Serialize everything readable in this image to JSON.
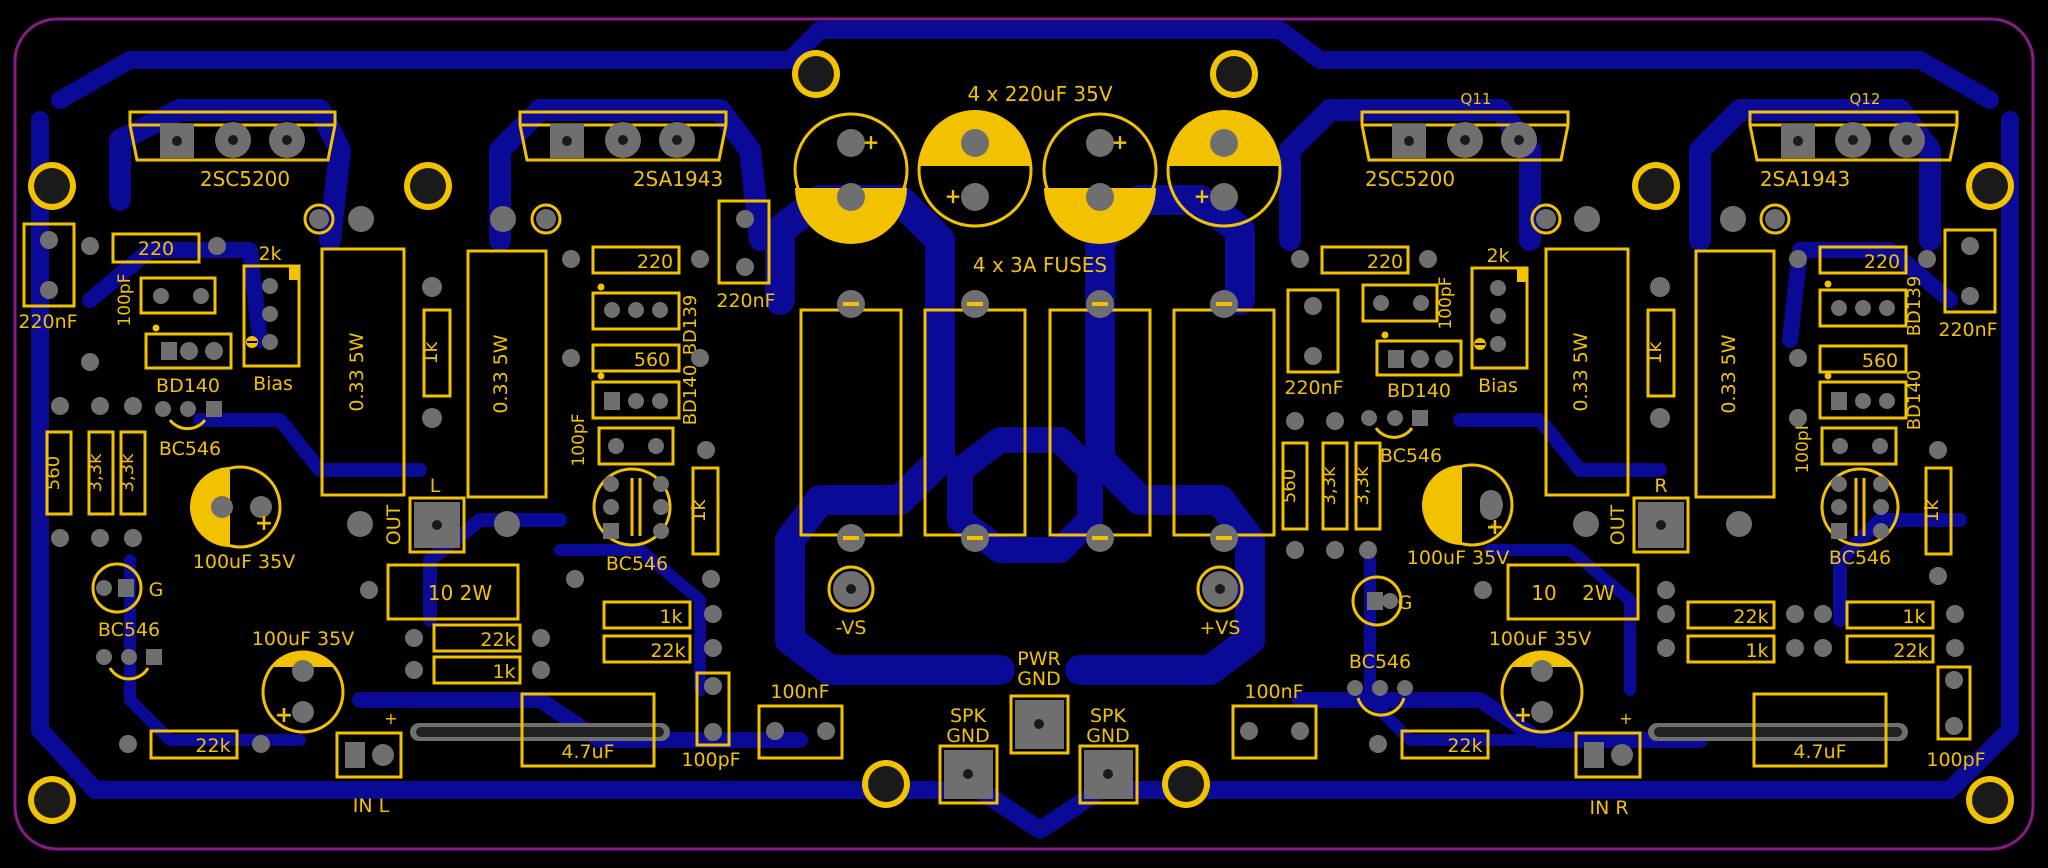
{
  "board": {
    "colors": {
      "background": "#000000",
      "edge": "#8a1a8a",
      "copper": "#0a0a96",
      "silkscreen": "#f2c100",
      "pad": "#6f6f6f"
    }
  },
  "labels": {
    "q_top_left_a": "2SC5200",
    "q_top_left_b": "2SA1943",
    "q_top_right_a": "2SC5200",
    "q_top_right_b": "2SA1943",
    "q11": "Q11",
    "q12": "Q12",
    "caps_title": "4 x 220uF 35V",
    "fuses_title": "4 x 3A FUSES",
    "r220_l1": "220",
    "r220_l2": "220",
    "r220_r1": "220",
    "r220_r2": "220",
    "pot_l": "2k",
    "pot_r": "2k",
    "bias_l": "Bias",
    "bias_r": "Bias",
    "c220nf_l": "220nF",
    "c220nf_lc": "220nF",
    "c220nf_rc": "220nF",
    "c220nf_r": "220nF",
    "c100pf_l1": "100pF",
    "c100pf_l2": "100pF",
    "c100pf_r1": "100pF",
    "c100pf_r2": "100pF",
    "c100pf_bl": "100pF",
    "c100pf_br": "100pF",
    "bd140_l1": "BD140",
    "bd139_l": "BD139",
    "bd140_l2": "BD140",
    "bd140_r1": "BD140",
    "bd139_r": "BD139",
    "bd140_r2": "BD140",
    "r033_1": "0.33 5W",
    "r033_2": "0.33 5W",
    "r033_3": "0.33 5W",
    "r033_4": "0.33 5W",
    "r1k_lv": "1k",
    "r1k_rv": "1k",
    "r1k_lv2": "1k",
    "r1k_rv2": "1k",
    "r560_l1": "560",
    "r560_l2": "560",
    "r560_r1": "560",
    "r560_r2": "560",
    "r33k_l1": "3,3k",
    "r33k_l2": "3,3k",
    "r33k_r1": "3,3k",
    "r33k_r2": "3,3k",
    "bc546_l1": "BC546",
    "bc546_l2": "BC546",
    "bc546_l3": "BC546",
    "bc546_r1": "BC546",
    "bc546_r2": "BC546",
    "bc546_r3": "BC546",
    "c100uf_l1": "100uF 35V",
    "c100uf_l2": "100uF 35V",
    "c100uf_r1": "100uF 35V",
    "c100uf_r2": "100uF 35V",
    "g_l": "G",
    "g_r": "G",
    "out_l": "OUT",
    "out_r": "OUT",
    "l": "L",
    "r": "R",
    "r10_l": "10  2W",
    "r10_r": "10    2W",
    "r22k_l1": "22k",
    "r22k_l2": "22k",
    "r22k_l3": "22k",
    "r22k_r1": "22k",
    "r22k_r2": "22k",
    "r22k_r3": "22k",
    "r1k_l1": "1k",
    "r1k_l2": "1k",
    "r1k_r1": "1k",
    "r1k_r2": "1k",
    "c47_l": "4.7uF",
    "c47_r": "4.7uF",
    "in_l": "IN L",
    "in_r": "IN R",
    "c100nf_l": "100nF",
    "c100nf_r": "100nF",
    "spk_gnd_l1": "SPK",
    "spk_gnd_l2": "GND",
    "spk_gnd_r1": "SPK",
    "spk_gnd_r2": "GND",
    "pwr_gnd1": "PWR",
    "pwr_gnd2": "GND",
    "vs_neg": "-VS",
    "vs_pos": "+VS",
    "plus": "+",
    "minus": "–"
  }
}
